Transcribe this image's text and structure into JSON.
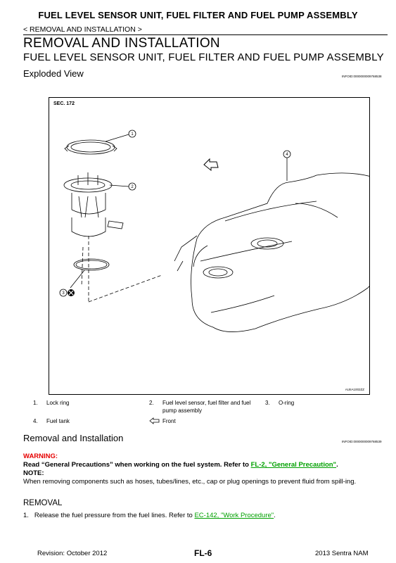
{
  "header": {
    "title": "FUEL LEVEL SENSOR UNIT, FUEL FILTER AND FUEL PUMP ASSEMBLY",
    "breadcrumb": "< REMOVAL AND INSTALLATION >"
  },
  "section": {
    "title": "REMOVAL AND INSTALLATION",
    "subtitle": "FUEL LEVEL SENSOR UNIT, FUEL FILTER AND FUEL PUMP ASSEMBLY"
  },
  "exploded": {
    "heading": "Exploded View",
    "infoid": "INFOID:0000000009768538",
    "figure": {
      "sec": "SEC. 172",
      "callouts": [
        "1",
        "2",
        "3",
        "4"
      ],
      "code": "AUIIA1002ZZ"
    },
    "legend": [
      {
        "num": "1.",
        "text": "Lock ring"
      },
      {
        "num": "2.",
        "text": "Fuel level sensor, fuel filter and fuel",
        "text2": "pump assembly"
      },
      {
        "num": "3.",
        "text": "O-ring"
      },
      {
        "num": "4.",
        "text": "Fuel tank"
      }
    ],
    "front_label": "Front"
  },
  "removal": {
    "heading": "Removal and Installation",
    "infoid": "INFOID:0000000009768539",
    "warning_label": "WARNING:",
    "warning_text": "Read “General Precautions” when working on the fuel system. Refer to ",
    "warning_link": "FL-2, \"General Precaution\"",
    "warning_end": ".",
    "note_label": "NOTE:",
    "note_text": "When removing components such as hoses, tubes/lines, etc., cap or plug openings to prevent fluid from spill-ing.",
    "removal_label": "REMOVAL",
    "step1_num": "1.",
    "step1_text": "Release the fuel pressure from the fuel lines. Refer to ",
    "step1_link": "EC-142, \"Work Procedure\"",
    "step1_end": "."
  },
  "footer": {
    "revision": "Revision: October 2012",
    "page": "FL-6",
    "model": "2013 Sentra NAM"
  }
}
